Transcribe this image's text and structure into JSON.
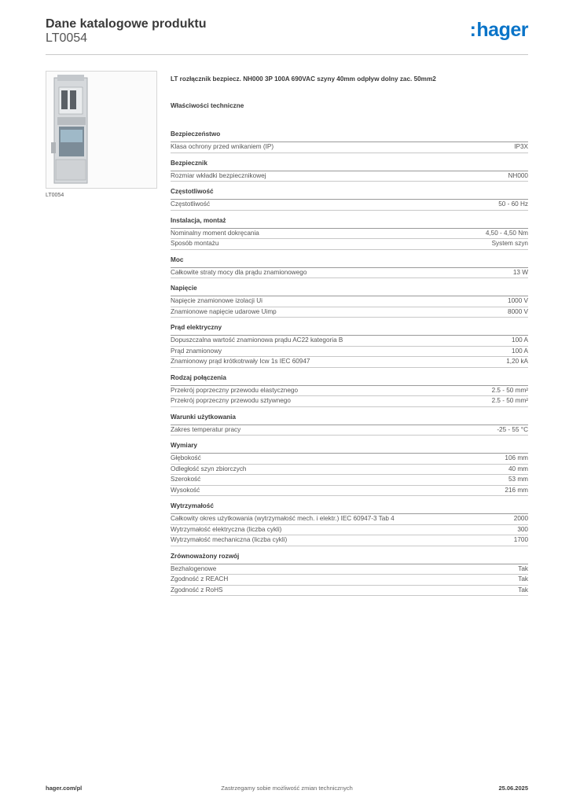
{
  "header": {
    "title": "Dane katalogowe produktu",
    "code": "LT0054",
    "logo": "hager",
    "logo_prefix": ":"
  },
  "product": {
    "image_caption": "LT0054",
    "description": "LT rozłącznik bezpiecz. NH000 3P 100A 690VAC szyny 40mm odpływ dolny zac. 50mm2"
  },
  "properties_title": "Właściwości techniczne",
  "groups": [
    {
      "title": "Bezpieczeństwo",
      "rows": [
        {
          "label": "Klasa ochrony przed wnikaniem (IP)",
          "value": "IP3X"
        }
      ]
    },
    {
      "title": "Bezpiecznik",
      "rows": [
        {
          "label": "Rozmiar wkładki bezpiecznikowej",
          "value": "NH000"
        }
      ]
    },
    {
      "title": "Częstotliwość",
      "rows": [
        {
          "label": "Częstotliwość",
          "value": "50 - 60 Hz"
        }
      ]
    },
    {
      "title": "Instalacja, montaż",
      "rows": [
        {
          "label": "Nominalny moment dokręcania",
          "value": "4,50 - 4,50 Nm"
        },
        {
          "label": "Sposób montażu",
          "value": "System szyn"
        }
      ]
    },
    {
      "title": "Moc",
      "rows": [
        {
          "label": "Całkowite straty mocy dla prądu znamionowego",
          "value": "13 W"
        }
      ]
    },
    {
      "title": "Napięcie",
      "rows": [
        {
          "label": "Napięcie znamionowe izolacji Ui",
          "value": "1000 V"
        },
        {
          "label": "Znamionowe napięcie udarowe Uimp",
          "value": "8000 V"
        }
      ]
    },
    {
      "title": "Prąd elektryczny",
      "rows": [
        {
          "label": "Dopuszczalna wartość znamionowa prądu AC22 kategoria B",
          "value": "100 A"
        },
        {
          "label": "Prąd znamionowy",
          "value": "100 A"
        },
        {
          "label": "Znamionowy prąd krótkotrwały Icw 1s IEC 60947",
          "value": "1,20 kA"
        }
      ]
    },
    {
      "title": "Rodzaj połączenia",
      "rows": [
        {
          "label": "Przekrój poprzeczny przewodu elastycznego",
          "value": "2.5 - 50 mm²"
        },
        {
          "label": "Przekrój poprzeczny przewodu sztywnego",
          "value": "2.5 - 50 mm²"
        }
      ]
    },
    {
      "title": "Warunki użytkowania",
      "rows": [
        {
          "label": "Zakres temperatur pracy",
          "value": "-25 - 55 °C"
        }
      ]
    },
    {
      "title": "Wymiary",
      "rows": [
        {
          "label": "Głębokość",
          "value": "106 mm"
        },
        {
          "label": "Odległość szyn zbiorczych",
          "value": "40 mm"
        },
        {
          "label": "Szerokość",
          "value": "53 mm"
        },
        {
          "label": "Wysokość",
          "value": "216 mm"
        }
      ]
    },
    {
      "title": "Wytrzymałość",
      "rows": [
        {
          "label": "Całkowity okres użytkowania (wytrzymałość mech. i elektr.) IEC 60947-3 Tab 4",
          "value": "2000"
        },
        {
          "label": "Wytrzymałość elektryczna (liczba cykli)",
          "value": "300"
        },
        {
          "label": "Wytrzymałość mechaniczna (liczba cykli)",
          "value": "1700"
        }
      ]
    },
    {
      "title": "Zrównoważony rozwój",
      "rows": [
        {
          "label": "Bezhalogenowe",
          "value": "Tak"
        },
        {
          "label": "Zgodność z REACH",
          "value": "Tak"
        },
        {
          "label": "Zgodność z RoHS",
          "value": "Tak"
        }
      ]
    }
  ],
  "footer": {
    "website": "hager.com/pl",
    "notice": "Zastrzegamy sobie możliwość zmian technicznych",
    "date": "25.06.2025"
  }
}
